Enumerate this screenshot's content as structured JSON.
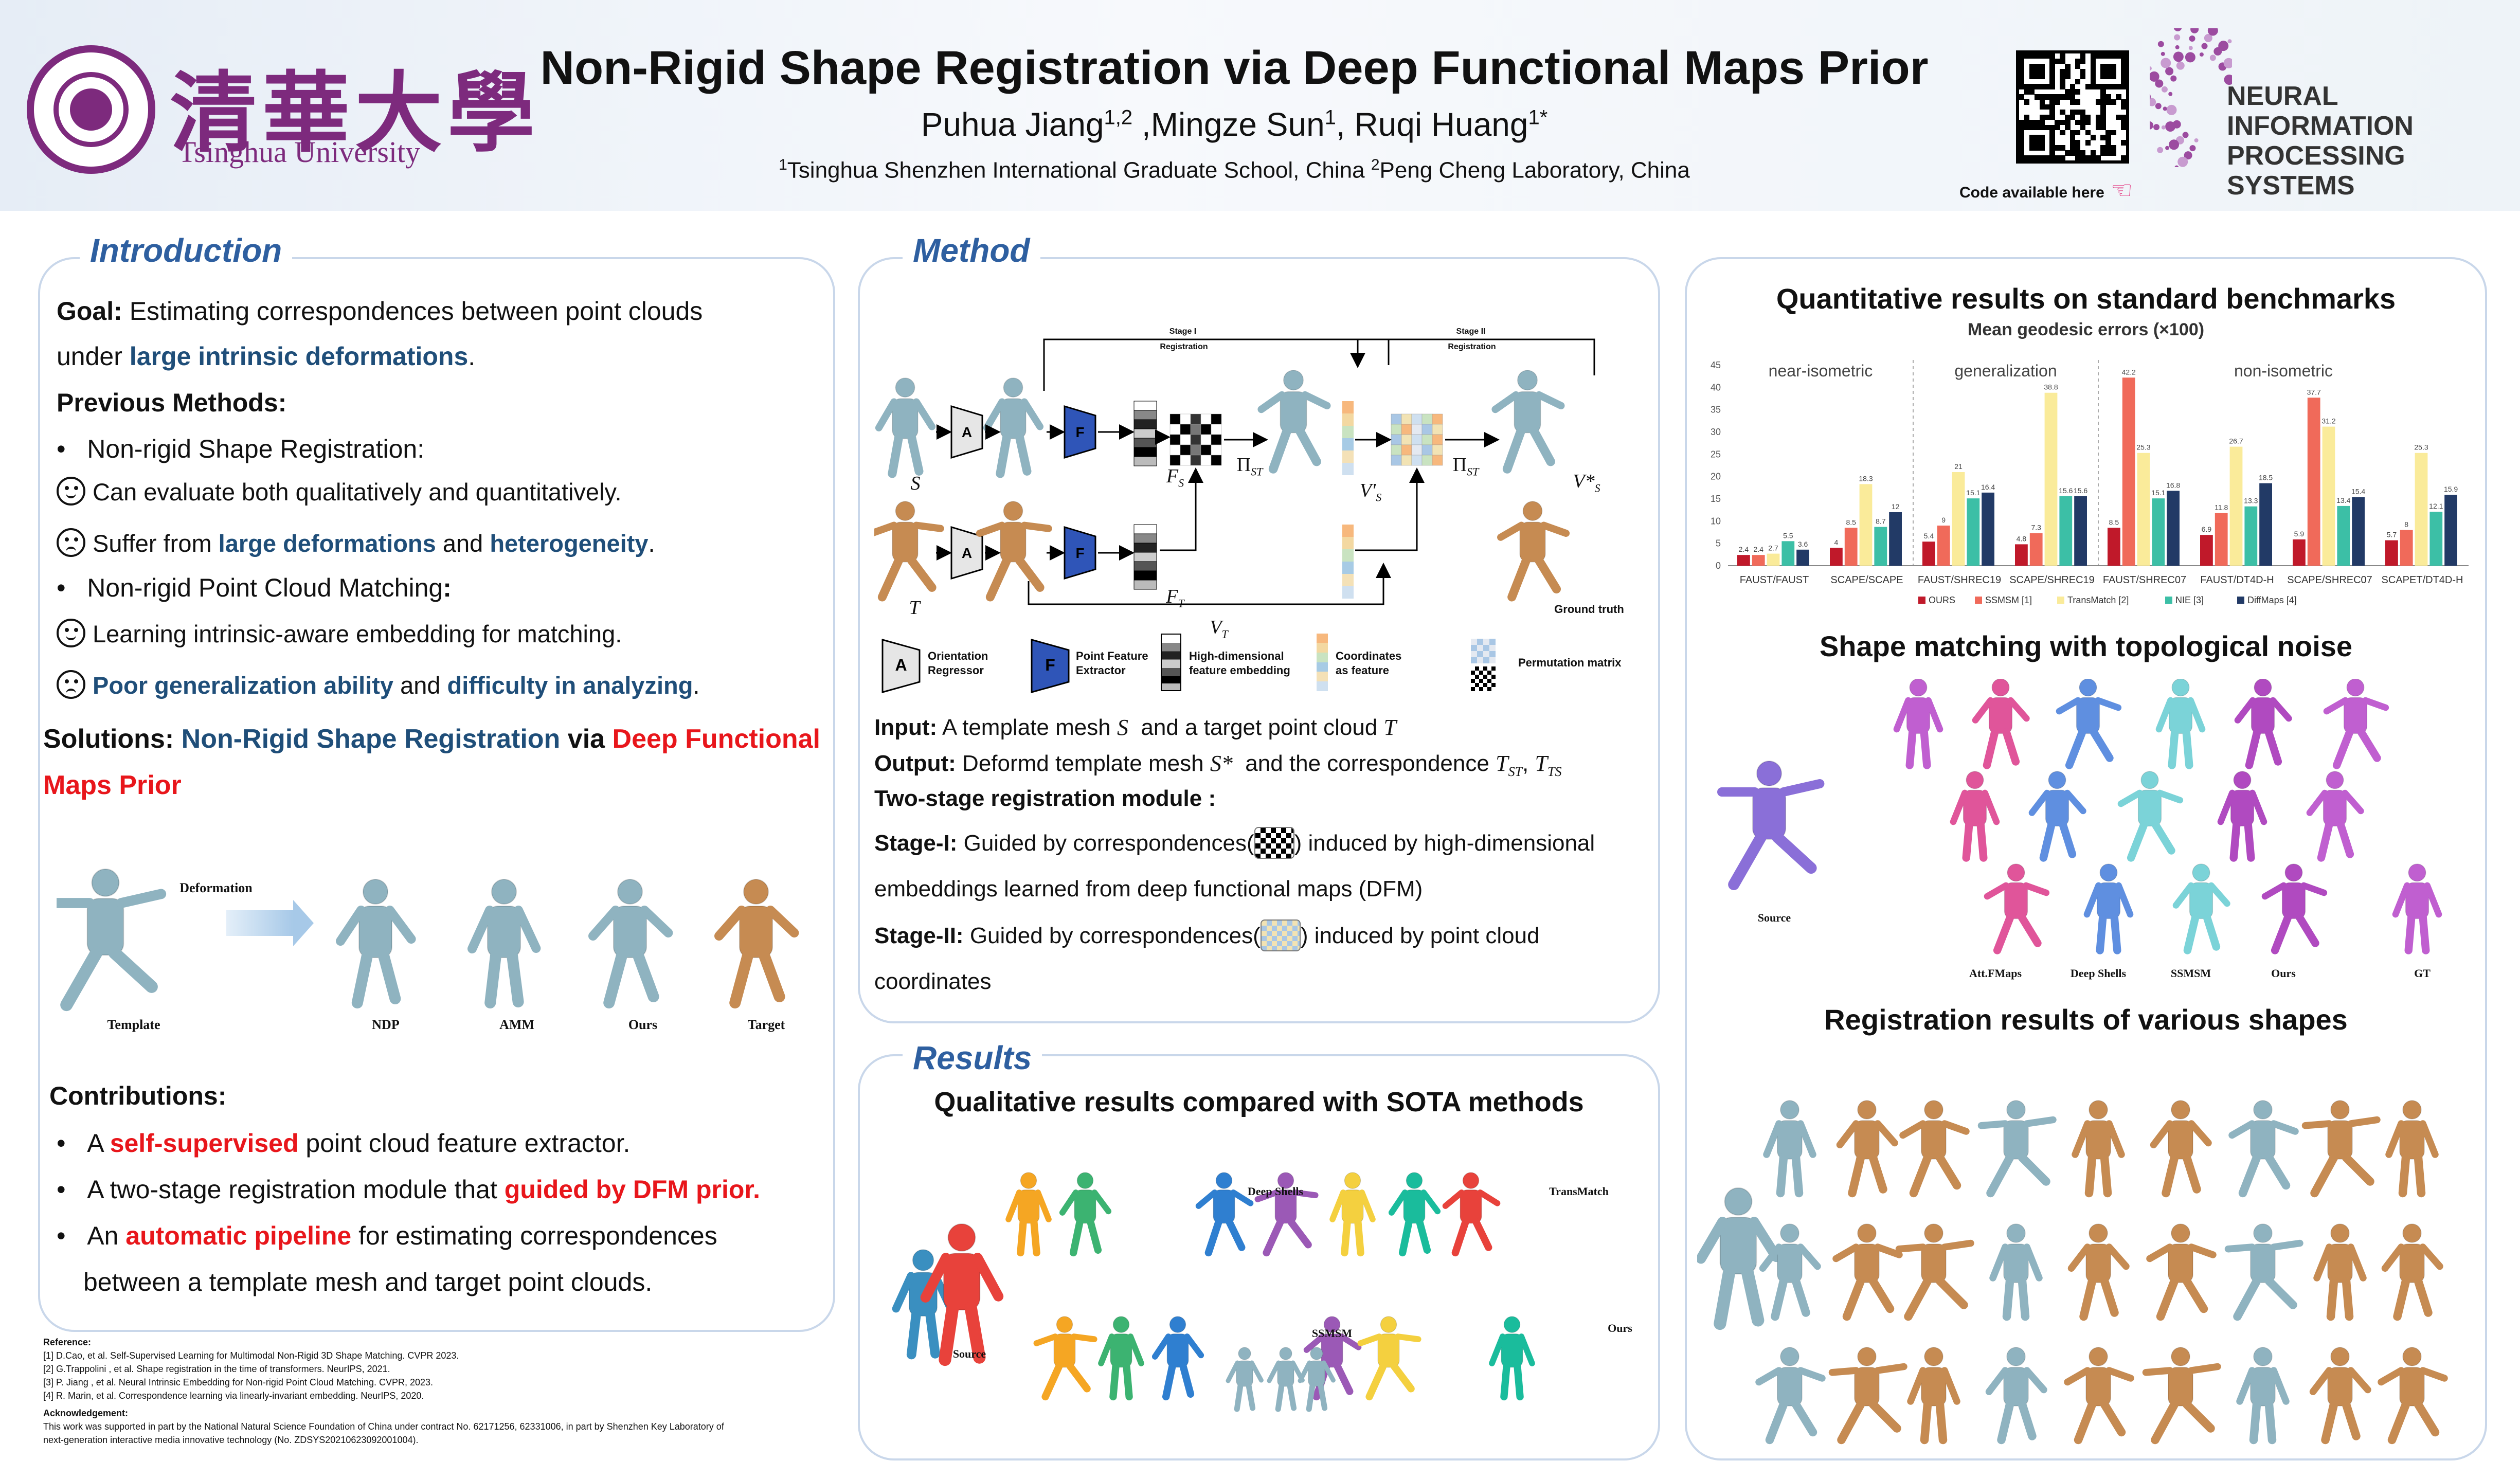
{
  "header": {
    "title": "Non-Rigid Shape Registration via Deep Functional Maps Prior",
    "authors": [
      {
        "name": "Puhua Jiang",
        "sup": "1,2"
      },
      {
        "name": "Mingze Sun",
        "sup": "1"
      },
      {
        "name": "Ruqi Huang",
        "sup": "1*"
      }
    ],
    "affiliations": [
      {
        "sup": "1",
        "text": "Tsinghua Shenzhen International Graduate School, China"
      },
      {
        "sup": "2",
        "text": "Peng Cheng Laboratory, China"
      }
    ],
    "university_cn": "清華大學",
    "university_en": "Tsinghua University",
    "code_label": "Code available here",
    "neurips": [
      "NEURAL INFORMATION",
      "PROCESSING SYSTEMS"
    ]
  },
  "intro": {
    "title": "Introduction",
    "goal_label": "Goal:",
    "goal_text": "Estimating correspondences between point clouds",
    "goal_text2": "under",
    "goal_highlight": "large intrinsic deformations",
    "goal_end": ".",
    "prev_label": "Previous Methods:",
    "m1_title": "Non-rigid Shape Registration:",
    "m1_pro": "Can evaluate both qualitatively and quantitatively.",
    "m1_con_pre": "Suffer from",
    "m1_con_h1": "large deformations",
    "m1_con_mid": "and",
    "m1_con_h2": "heterogeneity",
    "m1_con_end": ".",
    "m2_title": "Non-rigid Point Cloud Matching",
    "m2_colon": ":",
    "m2_pro": "Learning intrinsic-aware embedding for matching.",
    "m2_con_h1": "Poor generalization ability",
    "m2_con_mid": "and",
    "m2_con_h2": "difficulty in analyzing",
    "m2_con_end": ".",
    "sol_label": "Solutions:",
    "sol_h1": "Non-Rigid Shape Registration",
    "sol_via": "via",
    "sol_h2a": "Deep Functional",
    "sol_h2b": "Maps Prior",
    "fig_caps": [
      "Template",
      "NDP",
      "AMM",
      "Ours",
      "Target"
    ],
    "deformation": "Deformation",
    "contrib_label": "Contributions:",
    "c1_pre": "A",
    "c1_h": "self-supervised",
    "c1_post": "point cloud feature extractor.",
    "c2_pre": "A  two-stage registration module that",
    "c2_h": "guided by DFM prior.",
    "c3_pre": "An",
    "c3_h": "automatic pipeline",
    "c3_post": "for estimating correspondences",
    "c3_line2": "between a template mesh and target point clouds."
  },
  "method": {
    "title": "Method",
    "stage1": "Stage I",
    "stage2": "Stage II",
    "registration": "Registration",
    "box_a": "A",
    "box_f": "F",
    "labels": {
      "s": "S",
      "t": "T",
      "fs": "F",
      "fs_sub": "S",
      "ft": "F",
      "ft_sub": "T",
      "pi": "Π",
      "pi_sub": "ST",
      "vs": "V′",
      "vs_sub": "S",
      "vt": "V",
      "vt_sub": "T",
      "vss": "V*",
      "vss_sub": "S",
      "gt": "Ground truth"
    },
    "legend": [
      {
        "key": "A",
        "text1": "Orientation",
        "text2": "Regressor"
      },
      {
        "key": "F",
        "text1": "Point Feature",
        "text2": "Extractor"
      },
      {
        "text1": "High-dimensional",
        "text2": "feature embedding"
      },
      {
        "text1": "Coordinates",
        "text2": "as feature"
      },
      {
        "text1": "Permutation matrix",
        "text2": ""
      }
    ],
    "input_label": "Input:",
    "input_text": "A template mesh",
    "input_s": "S",
    "input_and": "and a target point cloud",
    "input_t": "T",
    "output_label": "Output:",
    "output_text": "Deformd template mesh",
    "output_s": "S*",
    "output_and": "and the correspondence",
    "output_tst": "T",
    "output_tst_sub": "ST",
    "output_comma": ",",
    "output_tts": "T",
    "output_tts_sub": "TS",
    "two_stage": "Two-stage registration module :",
    "s1_label": "Stage-I:",
    "s1_pre": "Guided by correspondences(",
    "s1_post": ") induced by high-dimensional",
    "s1_line2": "embeddings learned from deep functional maps (DFM)",
    "s2_label": "Stage-II:",
    "s2_pre": "Guided by correspondences(",
    "s2_post": ") induced by point cloud",
    "s2_line2": "coordinates"
  },
  "results": {
    "title": "Results",
    "qual_title": "Qualitative results compared with SOTA methods",
    "caps": {
      "deep_shells": "Deep Shells",
      "transmatch": "TransMatch",
      "ssmsm": "SSMSM",
      "ours": "Ours",
      "source": "Source"
    }
  },
  "right": {
    "quant_title": "Quantitative results on standard benchmarks",
    "topo_title": "Shape matching with topological noise",
    "topo_caps": [
      "Source",
      "Att.FMaps",
      "Deep Shells",
      "SSMSM",
      "Ours",
      "GT"
    ],
    "reg_title": "Registration results of various shapes"
  },
  "chart_data": {
    "type": "bar",
    "title": "Mean geodesic errors (×100)",
    "groups": [
      "near-isometric",
      "generalization",
      "non-isometric"
    ],
    "categories": [
      "FAUST/FAUST",
      "SCAPE/SCAPE",
      "FAUST/SHREC19",
      "SCAPE/SHREC19",
      "FAUST/SHREC07",
      "FAUST/DT4D-H",
      "SCAPE/SHREC07",
      "SCAPET/DT4D-H"
    ],
    "ylim": [
      0,
      45
    ],
    "yticks": [
      0,
      5,
      10,
      15,
      20,
      25,
      30,
      35,
      40,
      45
    ],
    "series": [
      {
        "name": "OURS",
        "color": "#c0192a",
        "values": [
          2.4,
          4,
          5.4,
          4.8,
          8.5,
          6.9,
          5.9,
          5.7
        ]
      },
      {
        "name": "SSMSM [1]",
        "color": "#f06a5a",
        "values": [
          2.4,
          8.5,
          9,
          7.3,
          42.2,
          11.8,
          37.7,
          8
        ]
      },
      {
        "name": "TransMatch [2]",
        "color": "#faeb9a",
        "values": [
          2.7,
          18.3,
          21,
          38.8,
          25.3,
          26.7,
          31.2,
          25.3
        ]
      },
      {
        "name": "NIE [3]",
        "color": "#3cbfa6",
        "values": [
          5.5,
          8.7,
          15.1,
          15.6,
          15.1,
          13.3,
          13.4,
          12.1
        ]
      },
      {
        "name": "DiffMaps [4]",
        "color": "#223a66",
        "values": [
          3.6,
          12,
          16.4,
          15.6,
          16.8,
          18.5,
          15.4,
          15.9
        ]
      }
    ],
    "labels_shown": [
      [
        "2.4",
        "2.4",
        "2.7",
        "5.5",
        "3.6"
      ],
      [
        "4",
        "8.5",
        "18.3",
        "8.7",
        "12"
      ],
      [
        "5.4",
        "9",
        "21",
        "15.1",
        "16.4"
      ],
      [
        "4.8",
        "7.3",
        "38.8",
        "15.6",
        "15.6"
      ],
      [
        "8.5",
        "42.2",
        "25.3",
        "15.1",
        "16.8"
      ],
      [
        "6.9",
        "11.8",
        "26.7",
        "13.3",
        "18.5"
      ],
      [
        "5.9",
        "37.7",
        "31.2",
        "13.4",
        "15.4"
      ],
      [
        "5.7",
        "8",
        "25.3",
        "12.1",
        "15.9"
      ]
    ]
  },
  "references": {
    "label": "Reference:",
    "items": [
      "[1] D.Cao, et al. Self-Supervised Learning for Multimodal Non-Rigid 3D Shape Matching. CVPR 2023.",
      "[2] G.Trappolini , et al. Shape registration in the time of transformers. NeurIPS, 2021.",
      "[3] P. Jiang , et al. Neural Intrinsic Embedding for Non-rigid Point Cloud Matching. CVPR, 2023.",
      "[4] R. Marin, et al. Correspondence learning via linearly-invariant embedding. NeurIPS, 2020."
    ],
    "ack_label": "Acknowledgement:",
    "ack_lines": [
      "This work was supported in part by the National Natural Science Foundation of China under contract No. 62171256, 62331006, in part by Shenzhen Key Laboratory of",
      "next-generation interactive media innovative technology (No. ZDSYS20210623092001004)."
    ]
  },
  "colors": {
    "accent_blue": "#2e5fa0",
    "dark_blue": "#1f4e79",
    "red": "#e8161b",
    "purple": "#7d2a7d",
    "mesh": "#8fb3c0",
    "skin": "#c68b52"
  }
}
